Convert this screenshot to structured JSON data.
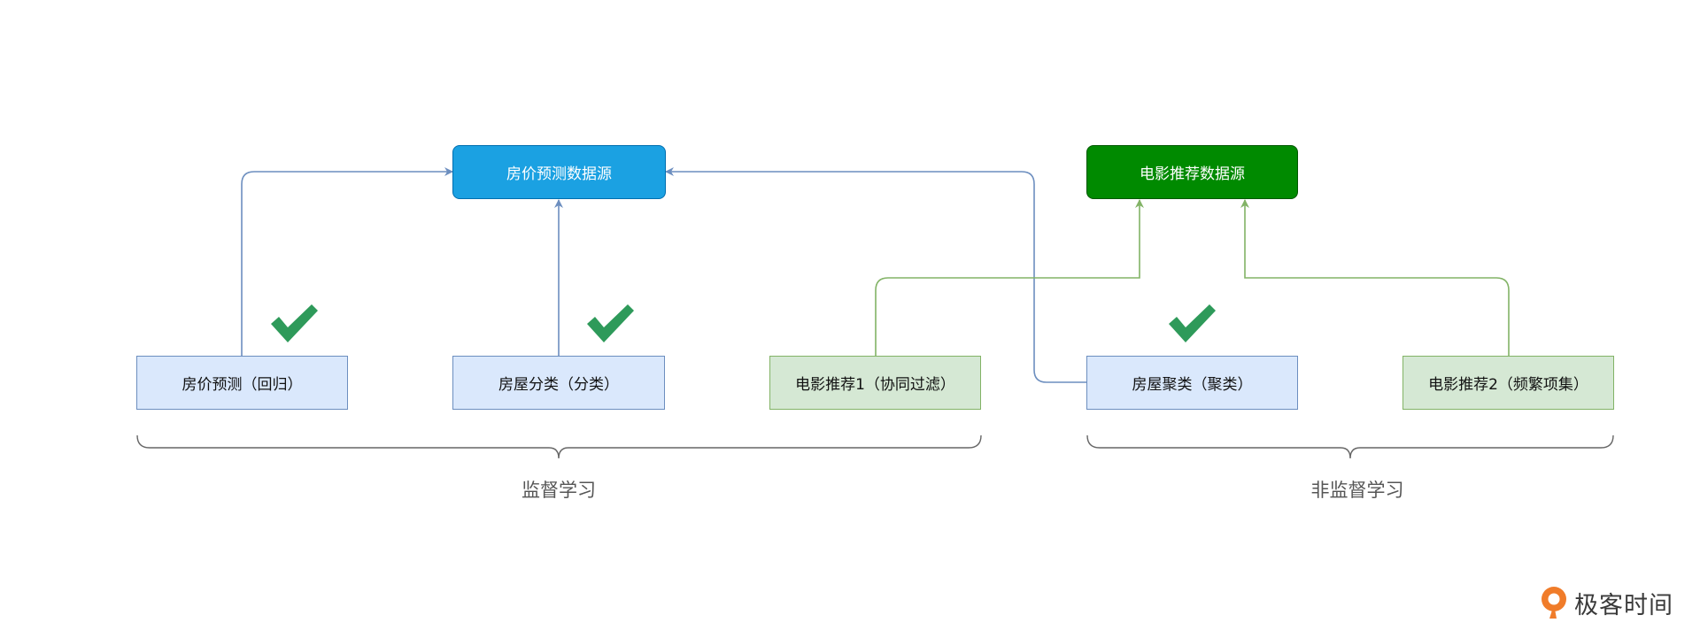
{
  "sources": {
    "house": "房价预测数据源",
    "movie": "电影推荐数据源"
  },
  "tasks": {
    "price_regression": "房价预测（回归）",
    "house_classification": "房屋分类（分类）",
    "movie_cf": "电影推荐1（协同过滤）",
    "house_clustering": "房屋聚类（聚类）",
    "movie_itemset": "电影推荐2（频繁项集）"
  },
  "groups": {
    "supervised": "监督学习",
    "unsupervised": "非监督学习"
  },
  "brand": {
    "name": "极客时间"
  },
  "colors": {
    "blue_source": "#1ba1e2",
    "green_source": "#008a00",
    "blue_edge": "#6c8ebf",
    "green_edge": "#82b366",
    "check": "#2e9a5a",
    "brand_orange": "#f07c2a"
  }
}
